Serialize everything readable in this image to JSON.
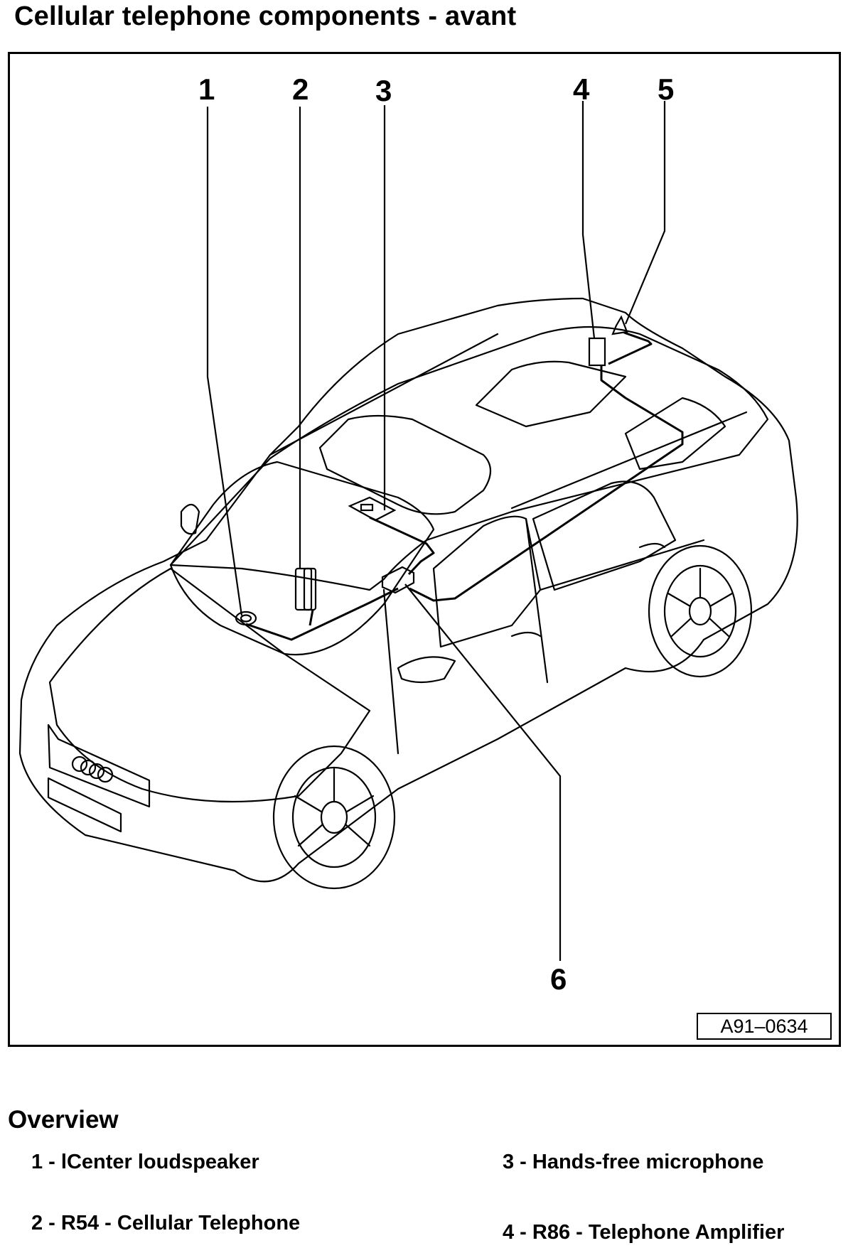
{
  "header": {
    "title": "Cellular telephone components - avant"
  },
  "figure": {
    "callouts": [
      "1",
      "2",
      "3",
      "4",
      "5",
      "6"
    ],
    "reference_code": "A91–0634"
  },
  "overview": {
    "heading": "Overview",
    "items": [
      "1 - lCenter loudspeaker",
      "3 - Hands-free microphone",
      "2 - R54 - Cellular Telephone",
      "4 - R86 - Telephone Amplifier"
    ]
  }
}
